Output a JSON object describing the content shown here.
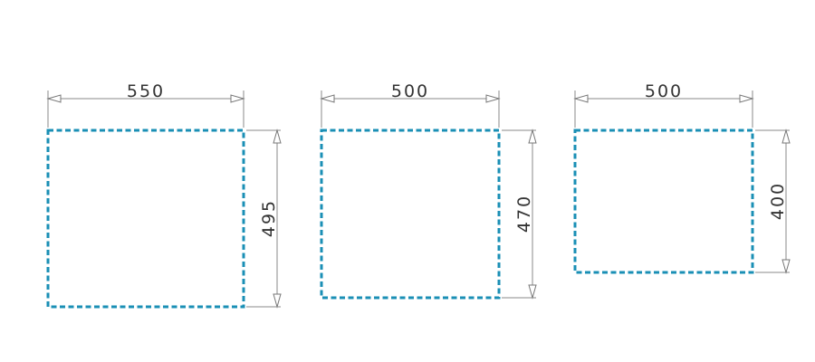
{
  "colors": {
    "outline": "#1a8fb5",
    "dimension": "#8a8a8a",
    "text": "#333333"
  },
  "shapes": [
    {
      "id": "shape-1",
      "width_label": "550",
      "height_label": "495"
    },
    {
      "id": "shape-2",
      "width_label": "500",
      "height_label": "470"
    },
    {
      "id": "shape-3",
      "width_label": "500",
      "height_label": "400"
    }
  ]
}
